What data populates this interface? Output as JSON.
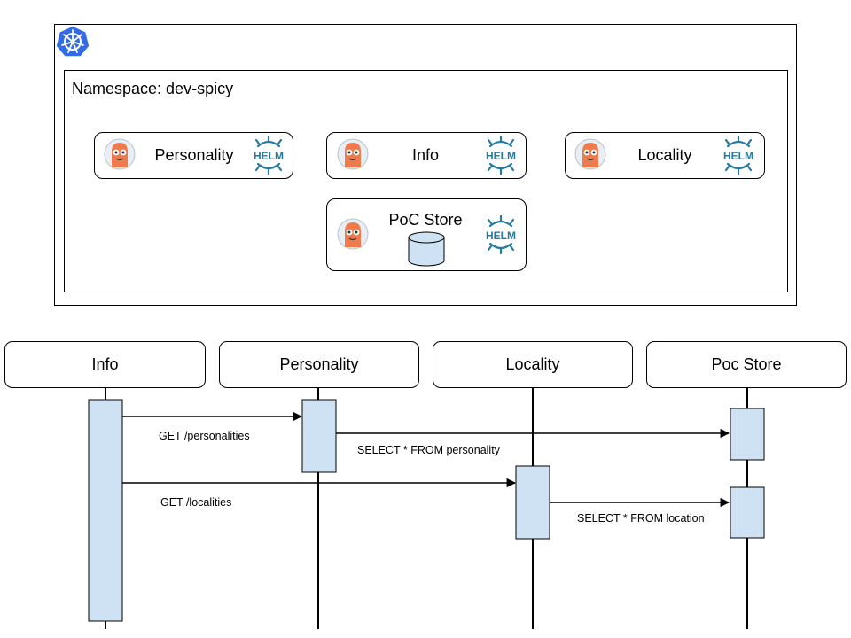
{
  "icons": {
    "cluster": "kubernetes-icon",
    "app": "argo-mascot-icon",
    "chart": "helm-icon",
    "database": "database-icon"
  },
  "colors": {
    "kubernetes": "#326ce5",
    "helm": "#277a9f",
    "argo_orange": "#ef7b4d",
    "activation_fill": "#cfe2f3"
  },
  "namespace": {
    "label": "Namespace: dev-spicy",
    "apps": [
      {
        "name": "Personality",
        "helm_text": "HELM"
      },
      {
        "name": "Info",
        "helm_text": "HELM"
      },
      {
        "name": "Locality",
        "helm_text": "HELM"
      },
      {
        "name": "PoC Store",
        "helm_text": "HELM"
      }
    ]
  },
  "sequence": {
    "participants": [
      "Info",
      "Personality",
      "Locality",
      "Poc Store"
    ],
    "messages": [
      {
        "from": "Info",
        "to": "Personality",
        "label": "GET /personalities"
      },
      {
        "from": "Personality",
        "to": "Poc Store",
        "label": "SELECT * FROM personality"
      },
      {
        "from": "Info",
        "to": "Locality",
        "label": "GET /localities"
      },
      {
        "from": "Locality",
        "to": "Poc Store",
        "label": "SELECT * FROM location"
      }
    ]
  }
}
